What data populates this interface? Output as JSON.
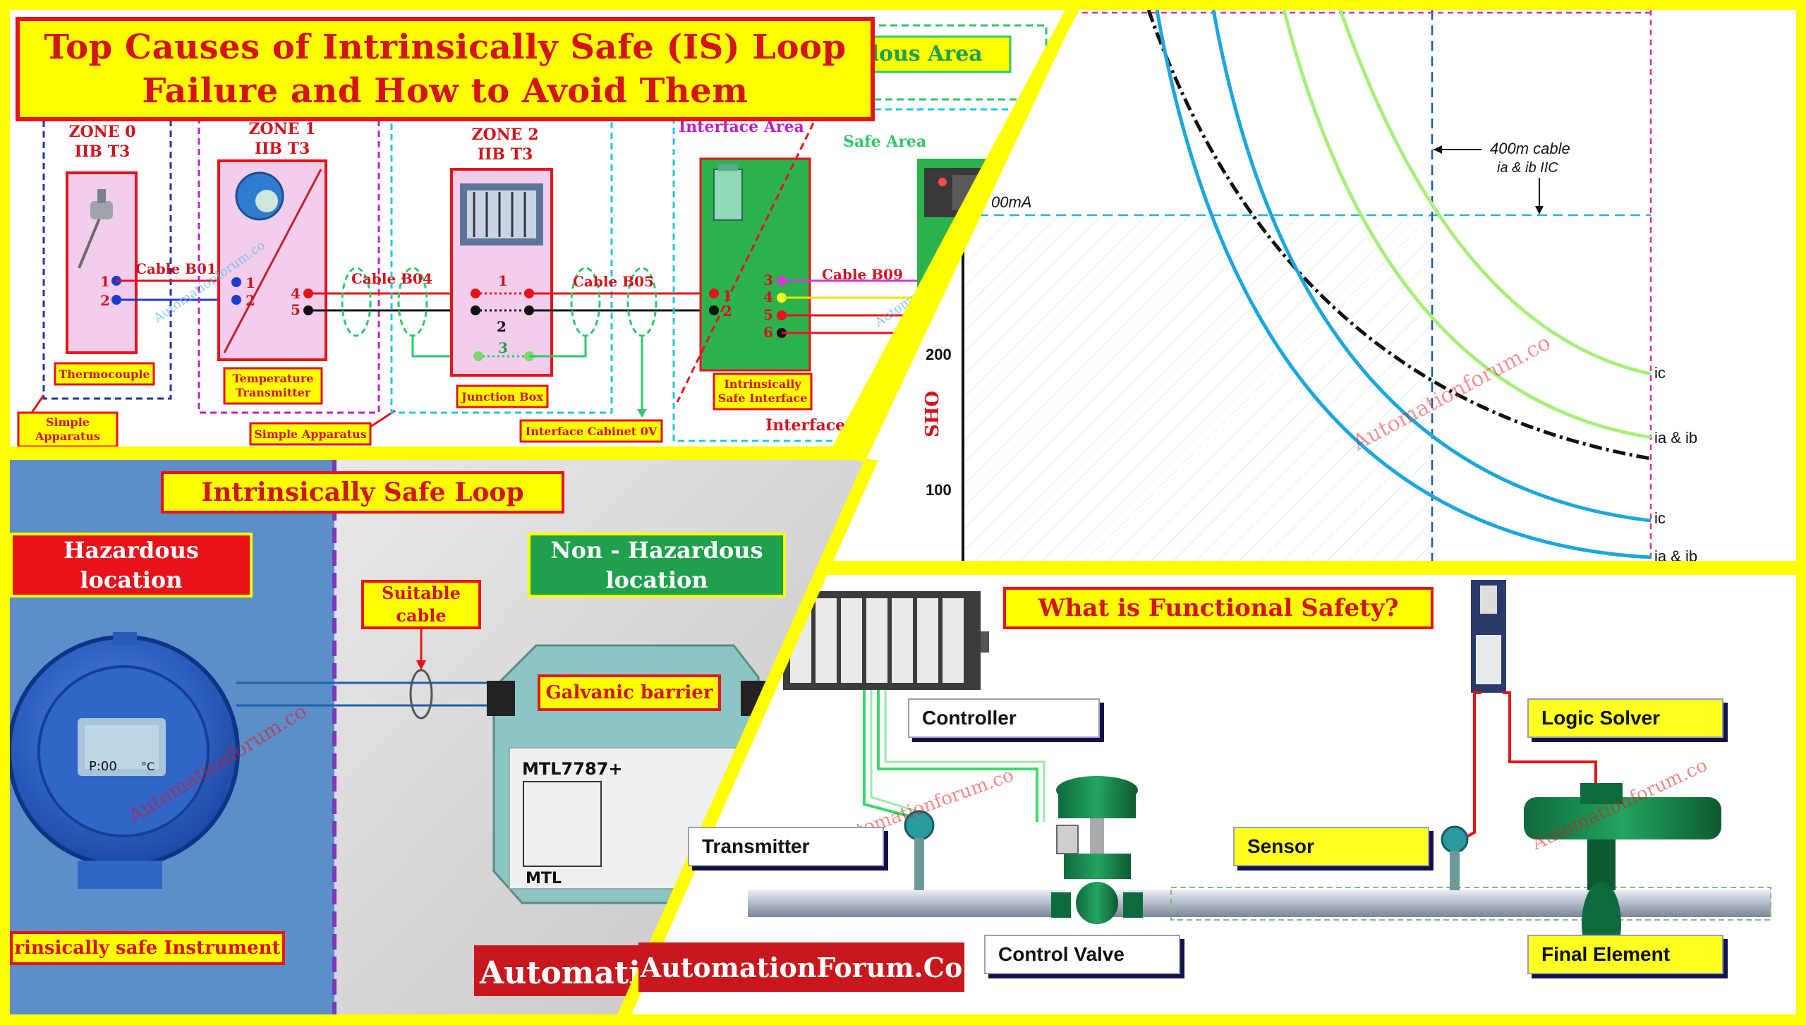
{
  "title": {
    "line1": "Top Causes of Intrinsically Safe (IS) Loop",
    "line2": "Failure and How to Avoid Them"
  },
  "panel_top_left": {
    "hazardous_area_partial": "dous Area",
    "zones": [
      {
        "name": "ZONE 0",
        "group": "IIB T3"
      },
      {
        "name": "ZONE 1",
        "group": "IIB T3"
      },
      {
        "name": "ZONE 2",
        "group": "IIB T3"
      }
    ],
    "interface_area": "Interface Area",
    "safe_area": "Safe Area",
    "cables": [
      "Cable B01",
      "Cable B04",
      "Cable B05",
      "Cable B09"
    ],
    "device_labels": {
      "thermocouple": "Thermocouple",
      "temp_transmitter": "Temperature Transmitter",
      "junction_box": "Junction Box",
      "is_interface": "Intrinsically Safe Interface",
      "simple_apparatus_1": "Simple Apparatus",
      "simple_apparatus_2": "Simple Apparatus",
      "interface_cabinet_0v": "Interface Cabinet 0V",
      "interface_cabinet_partial": "Interface Cab"
    },
    "terminals": {
      "tc": [
        "1",
        "2"
      ],
      "tt_in": [
        "1",
        "2"
      ],
      "tt_out": [
        "4",
        "5"
      ],
      "jb": [
        "1",
        "2",
        "3"
      ],
      "isi_in": [
        "1",
        "2"
      ],
      "isi_out": [
        "3",
        "4",
        "5",
        "6"
      ]
    },
    "watermark": "Automationforum.co"
  },
  "panel_top_right": {
    "annotation": "400m cable",
    "annotation_sub": "ia & ib IIC",
    "y_value_partial": "00mA",
    "y_ticks": [
      "200",
      "100"
    ],
    "y_axis_partial": "SHO",
    "curve_labels": [
      "ic",
      "ia & ib",
      "ic",
      "ia & ib"
    ],
    "watermark": "Automationforum.co"
  },
  "panel_bottom_left": {
    "title": "Intrinsically Safe Loop",
    "hazardous": "Hazardous location",
    "non_hazardous": "Non - Hazardous location",
    "suitable_cable": "Suitable cable",
    "galvanic_barrier": "Galvanic barrier",
    "instrument_partial": "rinsically safe Instrument",
    "barrier_model": "MTL7787+",
    "barrier_brand": "MTL",
    "display_value": "P:00",
    "display_unit": "°C",
    "footer_partial": "Automati",
    "watermark": "Automationforum.co"
  },
  "panel_bottom_right": {
    "title": "What is Functional Safety?",
    "controller": "Controller",
    "transmitter": "Transmitter",
    "control_valve": "Control Valve",
    "logic_solver": "Logic Solver",
    "sensor": "Sensor",
    "final_element": "Final Element",
    "brand": "AutomationForum.Co",
    "watermark": "Automationforum.co"
  },
  "colors": {
    "yellow": "#ffff00",
    "red": "#e8121a",
    "green_panel": "#2bb24c",
    "blue_panel": "#5c8fc8",
    "cyan_curve": "#1aa7e0",
    "lime_curve": "#a6f07a"
  }
}
